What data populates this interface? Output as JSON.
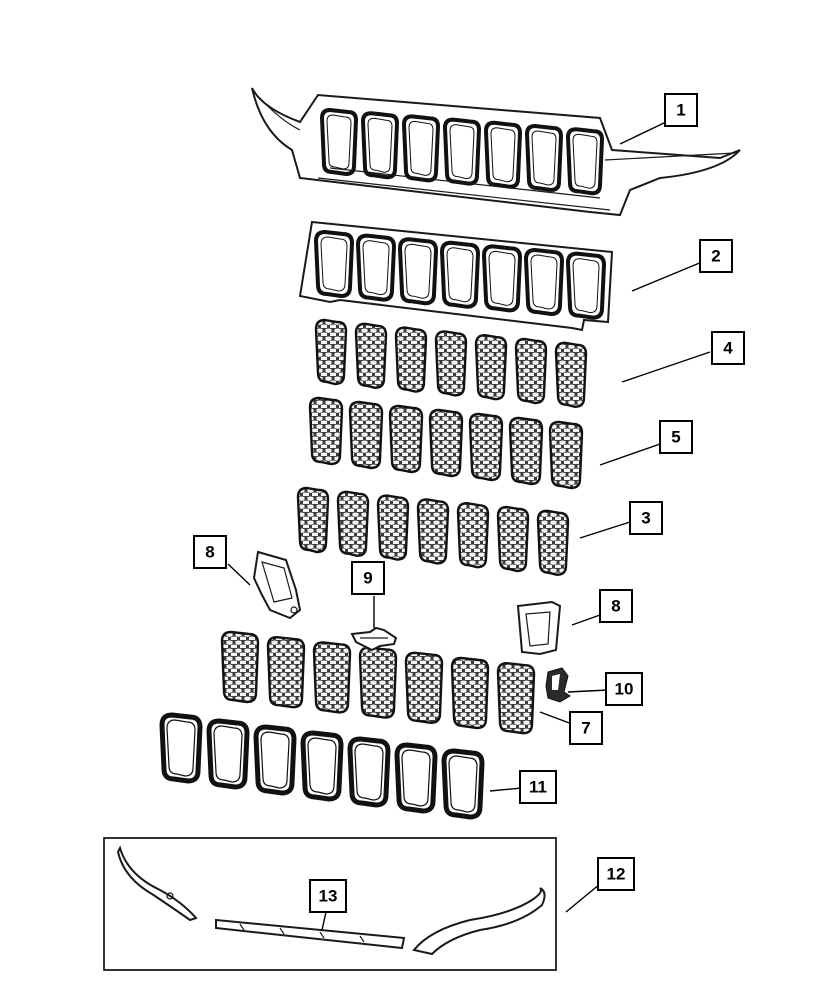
{
  "callouts": [
    {
      "id": "1",
      "label": "1"
    },
    {
      "id": "2",
      "label": "2"
    },
    {
      "id": "3",
      "label": "3"
    },
    {
      "id": "4",
      "label": "4"
    },
    {
      "id": "5",
      "label": "5"
    },
    {
      "id": "6",
      "label": "7"
    },
    {
      "id": "7",
      "label": "8"
    },
    {
      "id": "8",
      "label": "8"
    },
    {
      "id": "9",
      "label": "9"
    },
    {
      "id": "10",
      "label": "10"
    },
    {
      "id": "11",
      "label": "11"
    },
    {
      "id": "12",
      "label": "12"
    },
    {
      "id": "13",
      "label": "13"
    }
  ]
}
